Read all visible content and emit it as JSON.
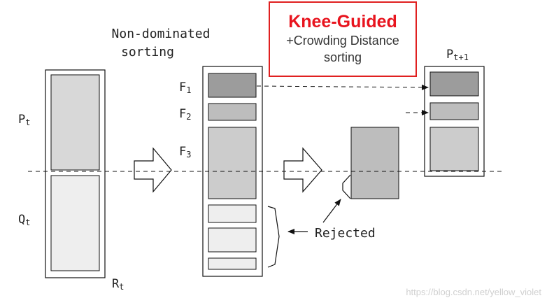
{
  "title": {
    "line1": "Non-dominated",
    "line2": "sorting"
  },
  "knee_box": {
    "title": "Knee-Guided",
    "line1": "+Crowding Distance",
    "line2": "sorting"
  },
  "labels": {
    "p_t": {
      "base": "P",
      "sub": "t"
    },
    "q_t": {
      "base": "Q",
      "sub": "t"
    },
    "r_t": {
      "base": "R",
      "sub": "t"
    },
    "f1": {
      "base": "F",
      "sub": "1"
    },
    "f2": {
      "base": "F",
      "sub": "2"
    },
    "f3": {
      "base": "F",
      "sub": "3"
    },
    "p_t1": {
      "base": "P",
      "sub": "t+1"
    }
  },
  "rejected": "Rejected",
  "watermark": "https://blog.csdn.net/yellow_violet",
  "colors": {
    "f1": "#9c9c9c",
    "f2": "#bdbdbd",
    "f3": "#cccccc",
    "p_block": "#d8d8d8",
    "q_block": "#eeeeee",
    "rejected_block": "#bdbdbd",
    "stroke": "#111111",
    "knee_border": "#e02020",
    "knee_text": "#e8141e"
  }
}
